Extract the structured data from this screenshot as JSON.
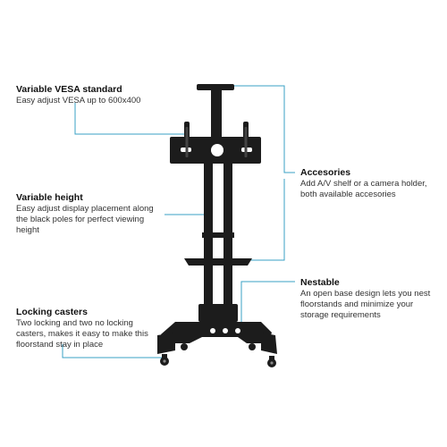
{
  "colors": {
    "leader": "#3aa0c4",
    "metal": "#1c1c1c"
  },
  "callouts": {
    "vesa": {
      "title": "Variable VESA standard",
      "desc": "Easy adjust VESA up to 600x400"
    },
    "height": {
      "title": "Variable height",
      "desc": "Easy adjust display placement along the black poles for perfect viewing height"
    },
    "casters": {
      "title": "Locking casters",
      "desc": "Two locking and two no locking casters, makes it easy to make this floorstand stay in place"
    },
    "acc": {
      "title": "Accesories",
      "desc": "Add A/V shelf or a camera holder, both available accesories"
    },
    "nest": {
      "title": "Nestable",
      "desc": "An open base design lets you nest floorstands and minimize your storage requirements"
    }
  },
  "icons": [
    "tv-floorstand-illustration"
  ]
}
